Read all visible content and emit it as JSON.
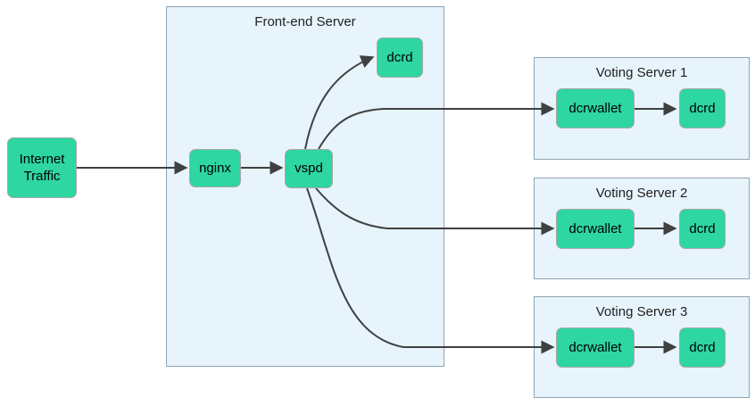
{
  "colors": {
    "background": "#ffffff",
    "node_fill": "#2ed6a1",
    "node_border": "#a8a8a8",
    "cluster_fill": "#e7f4fc",
    "cluster_border": "#90a4b4",
    "edge": "#404040",
    "label_text": "#000000",
    "title_text": "#1f1f1f"
  },
  "clusters": {
    "frontend": {
      "title": "Front-end Server"
    },
    "voting1": {
      "title": "Voting Server 1"
    },
    "voting2": {
      "title": "Voting Server 2"
    },
    "voting3": {
      "title": "Voting Server 3"
    }
  },
  "nodes": {
    "internet_traffic": {
      "label": "Internet Traffic"
    },
    "nginx": {
      "label": "nginx"
    },
    "vspd": {
      "label": "vspd"
    },
    "frontend_dcrd": {
      "label": "dcrd"
    },
    "voting1_dcrwallet": {
      "label": "dcrwallet"
    },
    "voting1_dcrd": {
      "label": "dcrd"
    },
    "voting2_dcrwallet": {
      "label": "dcrwallet"
    },
    "voting2_dcrd": {
      "label": "dcrd"
    },
    "voting3_dcrwallet": {
      "label": "dcrwallet"
    },
    "voting3_dcrd": {
      "label": "dcrd"
    }
  },
  "edges": [
    {
      "from": "internet_traffic",
      "to": "nginx"
    },
    {
      "from": "nginx",
      "to": "vspd"
    },
    {
      "from": "vspd",
      "to": "frontend_dcrd"
    },
    {
      "from": "vspd",
      "to": "voting1_dcrwallet"
    },
    {
      "from": "vspd",
      "to": "voting2_dcrwallet"
    },
    {
      "from": "vspd",
      "to": "voting3_dcrwallet"
    },
    {
      "from": "voting1_dcrwallet",
      "to": "voting1_dcrd"
    },
    {
      "from": "voting2_dcrwallet",
      "to": "voting2_dcrd"
    },
    {
      "from": "voting3_dcrwallet",
      "to": "voting3_dcrd"
    }
  ]
}
